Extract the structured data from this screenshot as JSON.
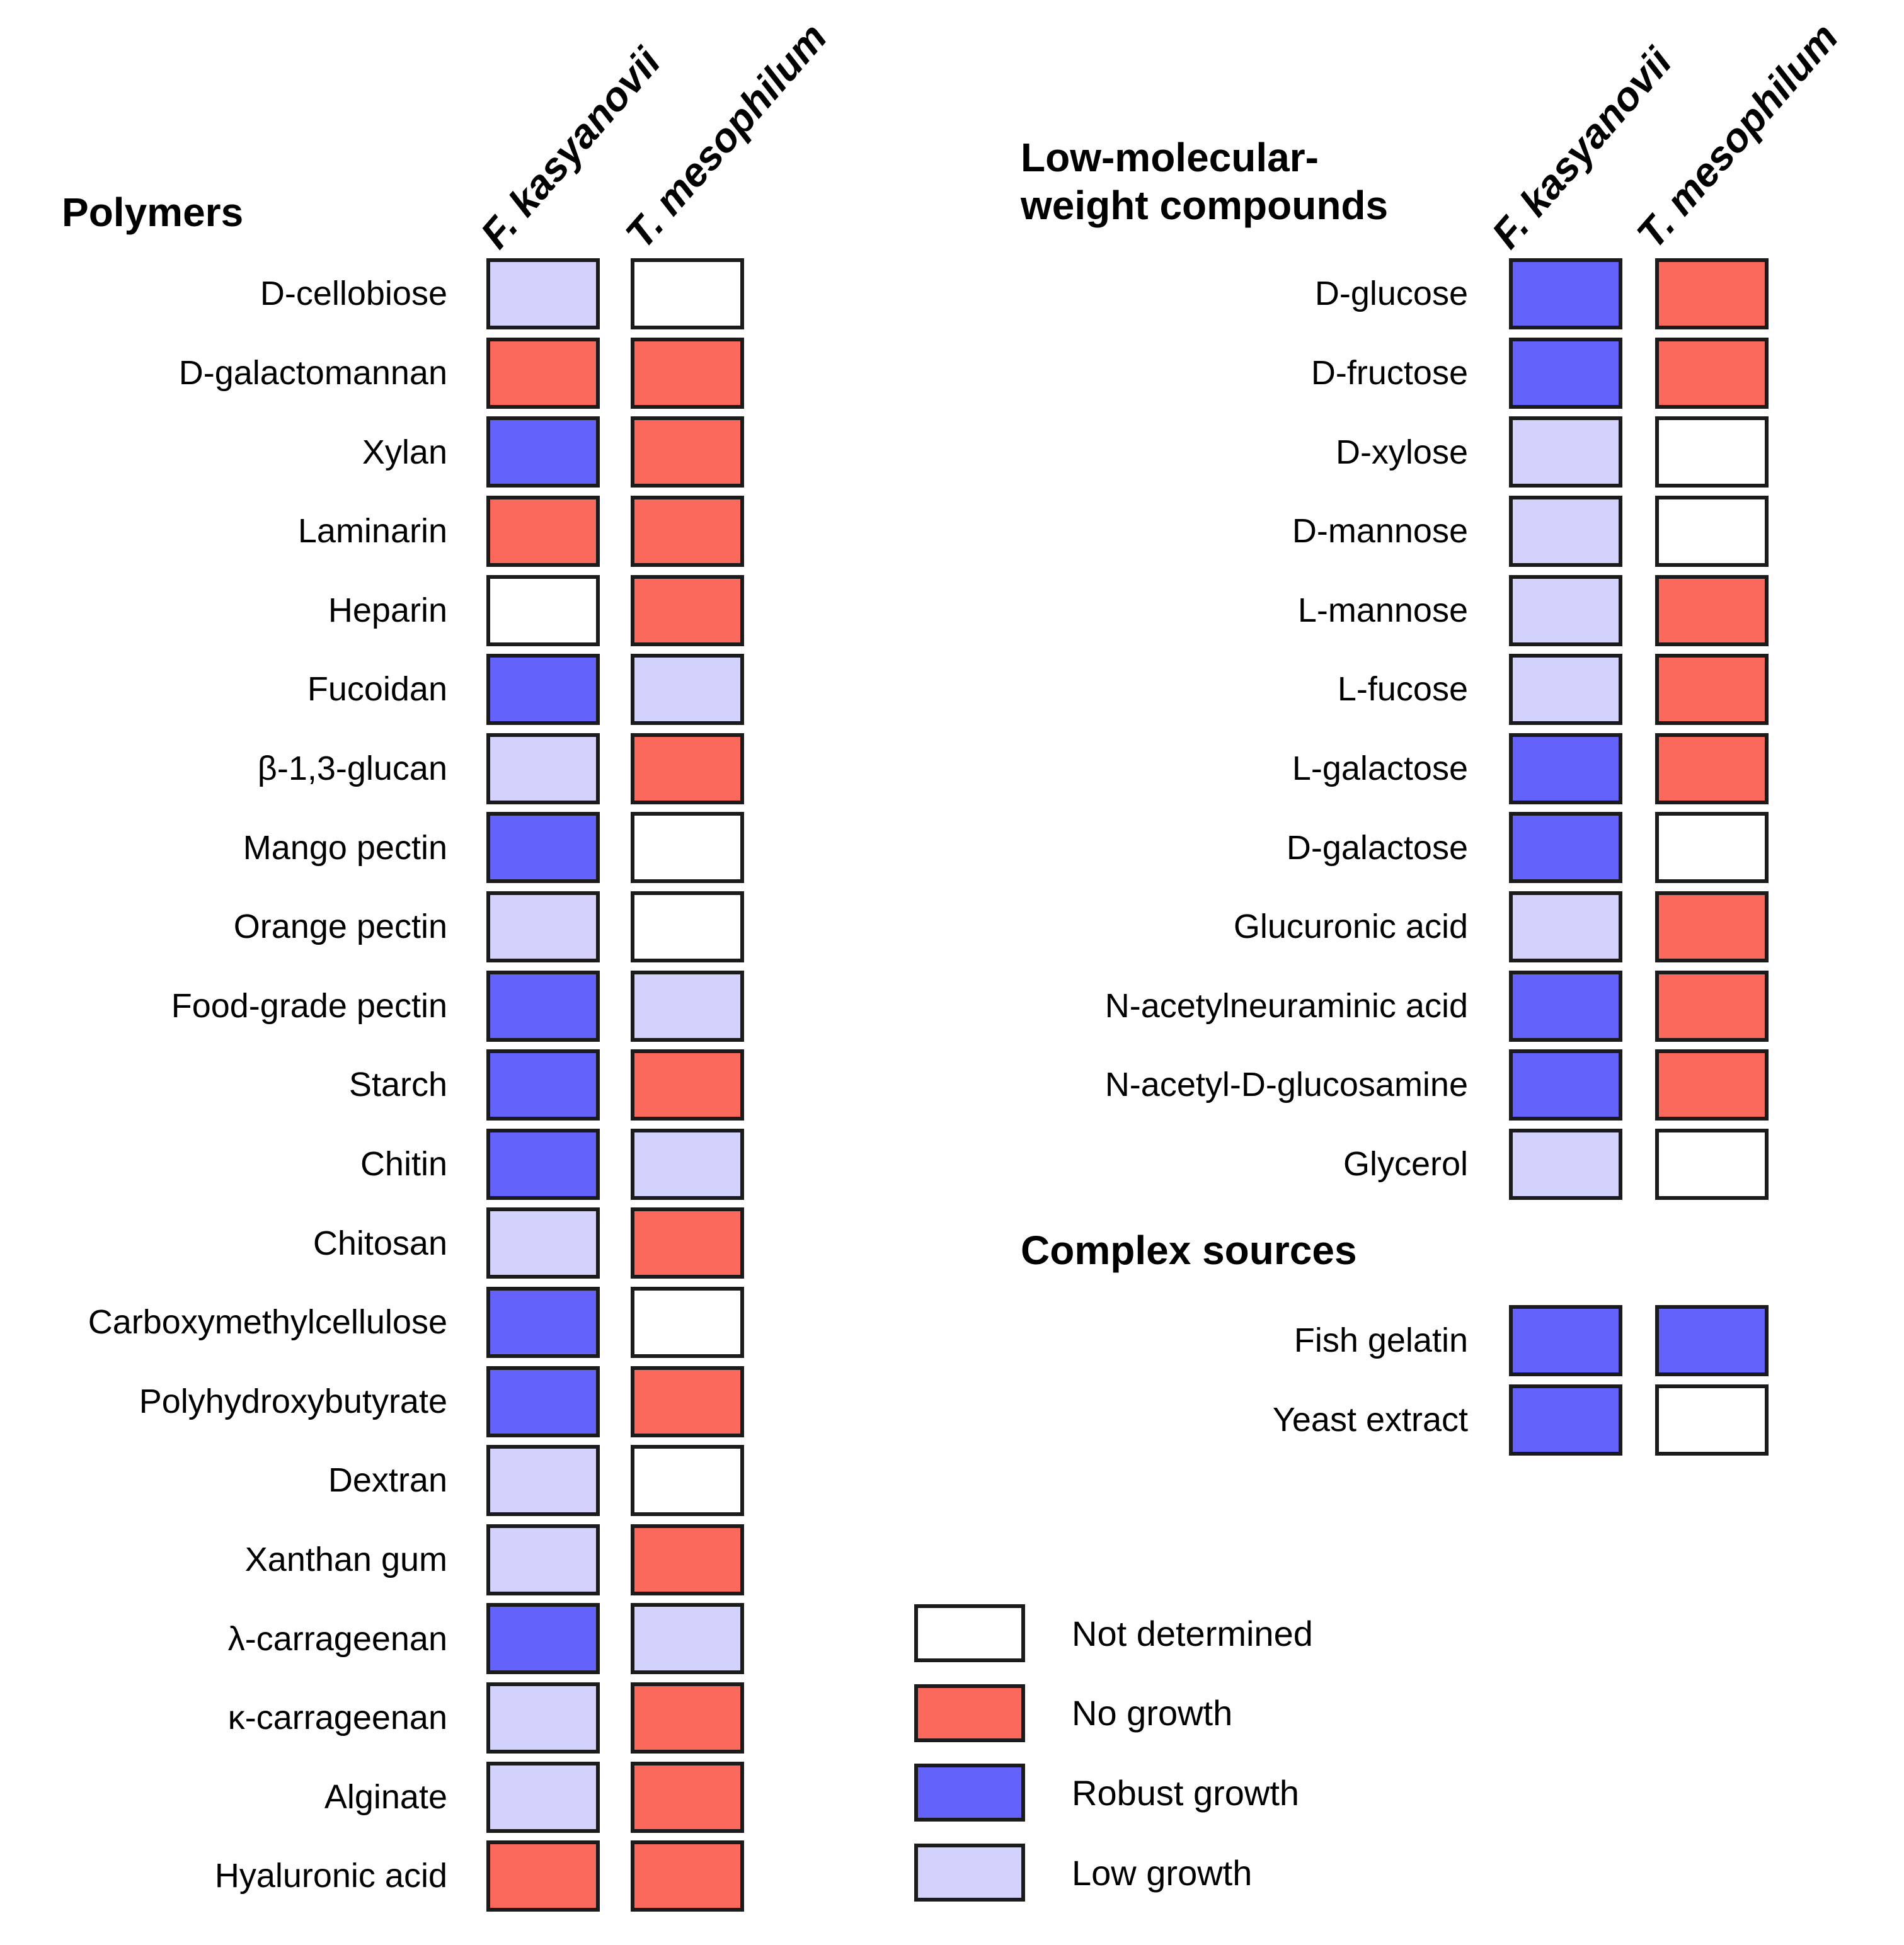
{
  "chart_data": {
    "type": "heatmap",
    "description": "Growth of two bacterial strains on different carbon sources",
    "columns": [
      "F. kasyanovii",
      "T. mesophilum"
    ],
    "status_levels": [
      "nd",
      "no",
      "robust",
      "low"
    ],
    "status_labels": {
      "nd": "Not determined",
      "no": "No growth",
      "robust": "Robust growth",
      "low": "Low growth"
    },
    "status_colors": {
      "nd": "#FFFFFF",
      "no": "#FB695C",
      "robust": "#6363FC",
      "low": "#D2D2FC"
    },
    "cell_border_color": "#1b1b1b",
    "legend_position": "bottom-center",
    "legend": [
      {
        "status": "nd",
        "label": "Not determined",
        "color": "#FFFFFF"
      },
      {
        "status": "no",
        "label": "No growth",
        "color": "#FB695C"
      },
      {
        "status": "robust",
        "label": "Robust growth",
        "color": "#6363FC"
      },
      {
        "status": "low",
        "label": "Low growth",
        "color": "#D2D2FC"
      }
    ],
    "sections": [
      {
        "id": "polymers",
        "title": "Polymers",
        "rows": [
          [
            "D-cellobiose",
            "low",
            "nd"
          ],
          [
            "D-galactomannan",
            "no",
            "no"
          ],
          [
            "Xylan",
            "robust",
            "no"
          ],
          [
            "Laminarin",
            "no",
            "no"
          ],
          [
            "Heparin",
            "nd",
            "no"
          ],
          [
            "Fucoidan",
            "robust",
            "low"
          ],
          [
            "β-1,3-glucan",
            "low",
            "no"
          ],
          [
            "Mango pectin",
            "robust",
            "nd"
          ],
          [
            "Orange pectin",
            "low",
            "nd"
          ],
          [
            "Food-grade pectin",
            "robust",
            "low"
          ],
          [
            "Starch",
            "robust",
            "no"
          ],
          [
            "Chitin",
            "robust",
            "low"
          ],
          [
            "Chitosan",
            "low",
            "no"
          ],
          [
            "Carboxymethylcellulose",
            "robust",
            "nd"
          ],
          [
            "Polyhydroxybutyrate",
            "robust",
            "no"
          ],
          [
            "Dextran",
            "low",
            "nd"
          ],
          [
            "Xanthan gum",
            "low",
            "no"
          ],
          [
            "λ-carrageenan",
            "robust",
            "low"
          ],
          [
            "κ-carrageenan",
            "low",
            "no"
          ],
          [
            "Alginate",
            "low",
            "no"
          ],
          [
            "Hyaluronic acid",
            "no",
            "no"
          ]
        ]
      },
      {
        "id": "lmw",
        "title": "Low-molecular-weight compounds",
        "title_lines": [
          "Low-molecular-",
          "weight compounds"
        ],
        "rows": [
          [
            "D-glucose",
            "robust",
            "no"
          ],
          [
            "D-fructose",
            "robust",
            "no"
          ],
          [
            "D-xylose",
            "low",
            "nd"
          ],
          [
            "D-mannose",
            "low",
            "nd"
          ],
          [
            "L-mannose",
            "low",
            "no"
          ],
          [
            "L-fucose",
            "low",
            "no"
          ],
          [
            "L-galactose",
            "robust",
            "no"
          ],
          [
            "D-galactose",
            "robust",
            "nd"
          ],
          [
            "Glucuronic acid",
            "low",
            "no"
          ],
          [
            "N-acetylneuraminic acid",
            "robust",
            "no"
          ],
          [
            "N-acetyl-D-glucosamine",
            "robust",
            "no"
          ],
          [
            "Glycerol",
            "low",
            "nd"
          ]
        ]
      },
      {
        "id": "complex",
        "title": "Complex sources",
        "rows": [
          [
            "Fish gelatin",
            "robust",
            "robust"
          ],
          [
            "Yeast extract",
            "robust",
            "nd"
          ]
        ]
      }
    ]
  }
}
